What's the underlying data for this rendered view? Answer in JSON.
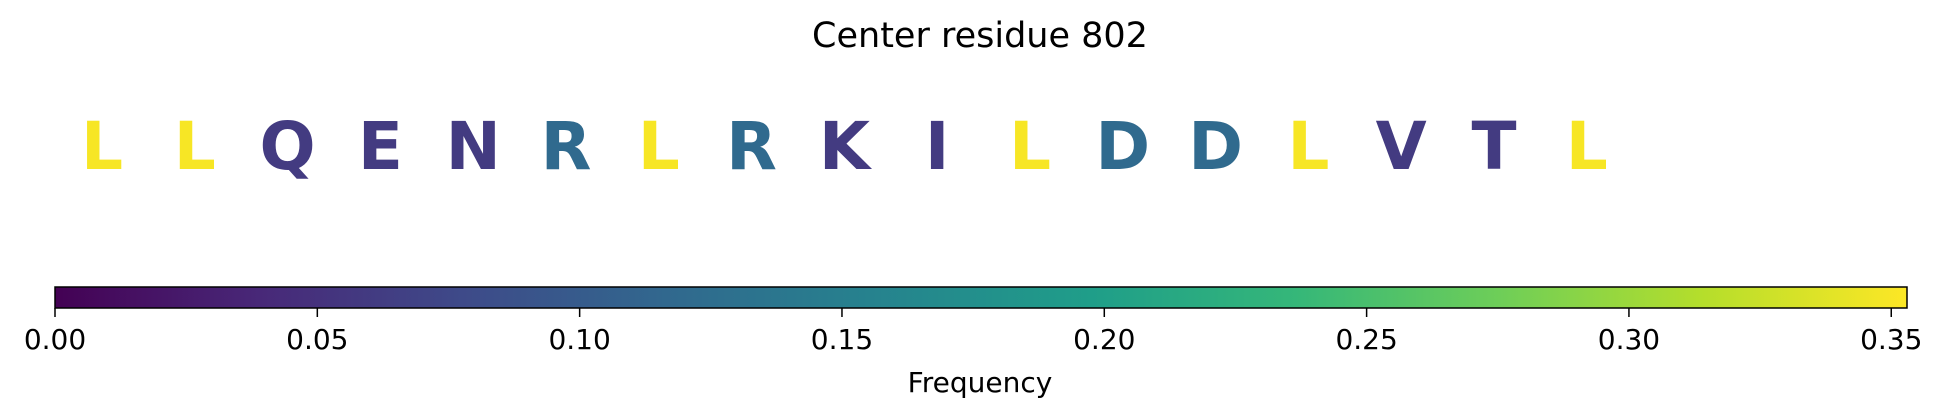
{
  "chart_data": {
    "type": "heatmap",
    "title": "Center residue 802",
    "residues": [
      {
        "letter": "L",
        "value": 0.35
      },
      {
        "letter": "L",
        "value": 0.35
      },
      {
        "letter": "Q",
        "value": 0.06
      },
      {
        "letter": "E",
        "value": 0.06
      },
      {
        "letter": "N",
        "value": 0.06
      },
      {
        "letter": "R",
        "value": 0.12
      },
      {
        "letter": "L",
        "value": 0.35
      },
      {
        "letter": "R",
        "value": 0.12
      },
      {
        "letter": "K",
        "value": 0.06
      },
      {
        "letter": "I",
        "value": 0.06
      },
      {
        "letter": "L",
        "value": 0.35
      },
      {
        "letter": "D",
        "value": 0.12
      },
      {
        "letter": "D",
        "value": 0.12
      },
      {
        "letter": "L",
        "value": 0.35
      },
      {
        "letter": "V",
        "value": 0.06
      },
      {
        "letter": "T",
        "value": 0.06
      },
      {
        "letter": "L",
        "value": 0.35
      }
    ],
    "colorbar": {
      "label": "Frequency",
      "colormap": "viridis",
      "range": [
        0.0,
        0.353
      ],
      "ticks": [
        0.0,
        0.05,
        0.1,
        0.15,
        0.2,
        0.25,
        0.3,
        0.35
      ],
      "tick_labels": [
        "0.00",
        "0.05",
        "0.10",
        "0.15",
        "0.20",
        "0.25",
        "0.30",
        "0.35"
      ]
    }
  }
}
